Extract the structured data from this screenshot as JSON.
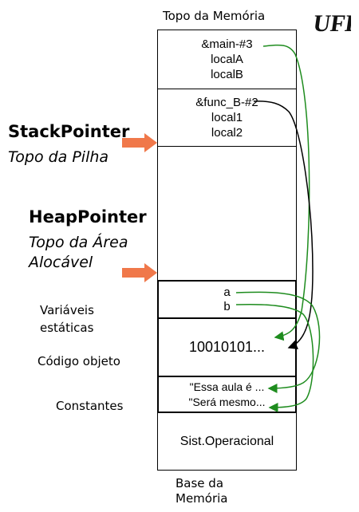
{
  "top_label": "Topo da Memória",
  "bottom_label": [
    "Base da",
    "Memória"
  ],
  "logo_text": "UFES",
  "frames": {
    "main": {
      "return": "&main-#3",
      "vars": [
        "localA",
        "localB"
      ]
    },
    "func_b": {
      "return": "&func_B-#2",
      "vars": [
        "local1",
        "local2"
      ]
    }
  },
  "stack_pointer": {
    "title": "StackPointer",
    "subtitle": "Topo da Pilha"
  },
  "heap_pointer": {
    "title": "HeapPointer",
    "subtitle_lines": [
      "Topo da Área",
      "Alocável"
    ]
  },
  "static_vars": {
    "label_lines": [
      "Variáveis",
      "estáticas"
    ],
    "items": [
      "a",
      "b"
    ]
  },
  "object_code": {
    "label": "Código objeto",
    "content": "10010101..."
  },
  "constants": {
    "label": "Constantes",
    "items": [
      "\"Essa aula é ...",
      "\"Será mesmo..."
    ]
  },
  "os": {
    "label": "Sist.Operacional"
  },
  "colors": {
    "pointer_arrow": "#f0784a",
    "green_link": "#1e8c1e",
    "black_link": "#000000"
  }
}
